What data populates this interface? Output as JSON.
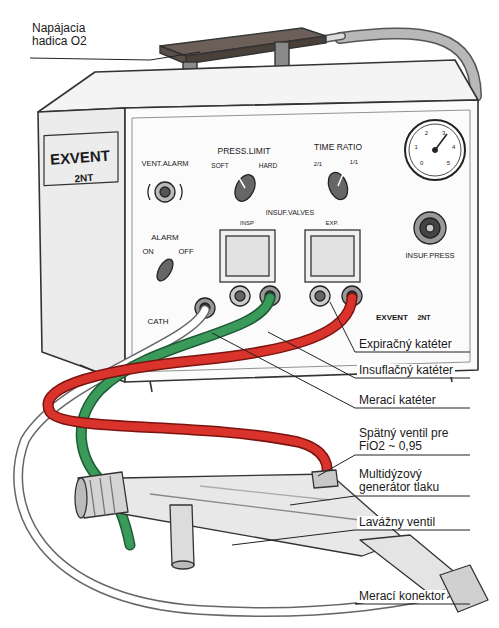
{
  "diagram": {
    "labels": [
      "Napájacia hadica O2",
      "VENT.ALARM",
      "PRESS.LIMIT",
      "SOFT",
      "HARD",
      "TIME RATIO",
      "2/1",
      "1/1",
      "INSUF.VALVES",
      "INSP",
      "EXP.",
      "ALARM",
      "ON",
      "OFF",
      "CATH",
      "INSUF.PRESS",
      "EXVENT",
      "2NT",
      "EXVENT",
      "2NT",
      "0",
      "1",
      "2",
      "3",
      "4",
      "5",
      "Expiračný katéter",
      "Insuflačný katéter",
      "Merací katéter",
      "Spätný ventil pre FiO2 ~ 0,95",
      "Multidýzový generátor tlaku",
      "Lavážny ventil",
      "Merací konektor"
    ]
  }
}
